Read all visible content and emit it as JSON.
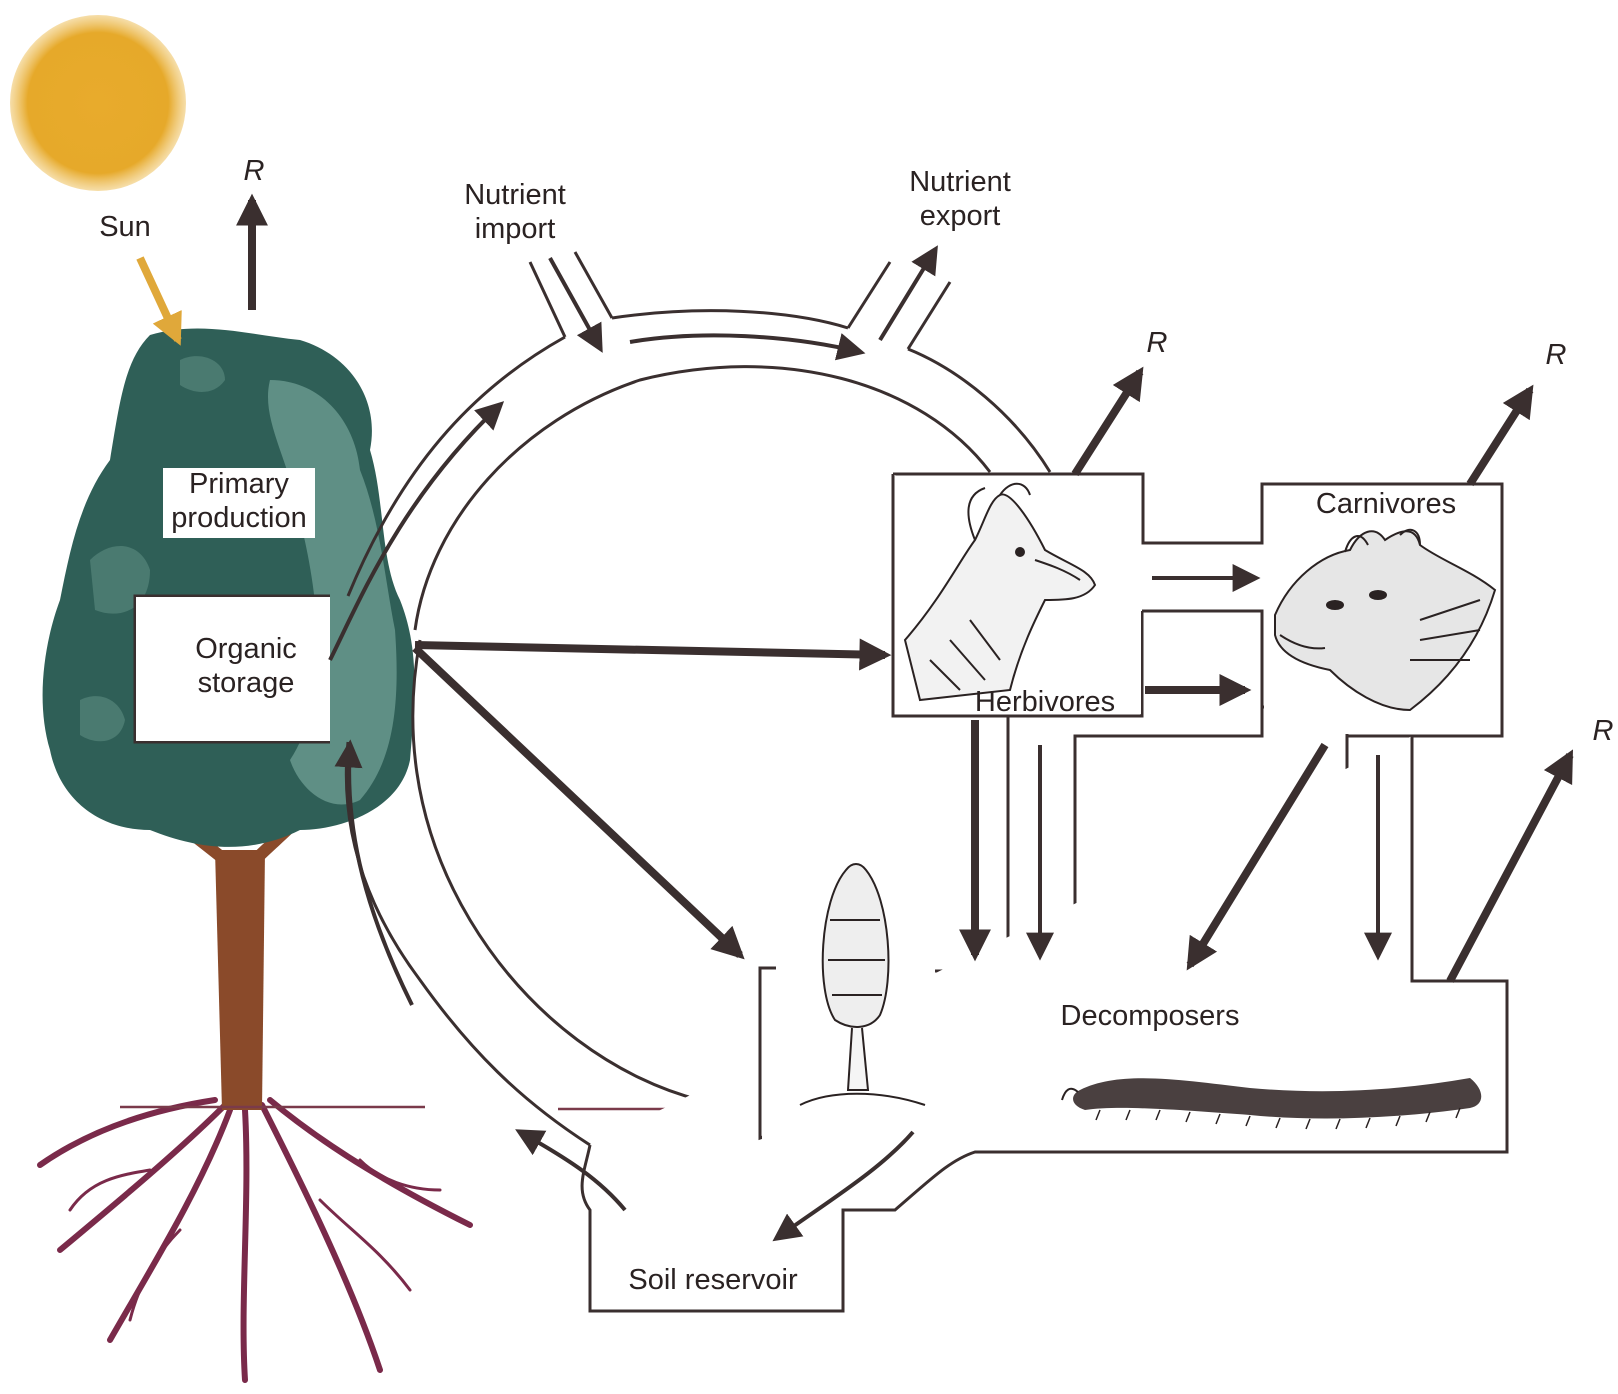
{
  "labels": {
    "sun": "Sun",
    "primary_production_line1": "Primary",
    "primary_production_line2": "production",
    "organic_storage_line1": "Organic",
    "organic_storage_line2": "storage",
    "nutrient_import_line1": "Nutrient",
    "nutrient_import_line2": "import",
    "nutrient_export_line1": "Nutrient",
    "nutrient_export_line2": "export",
    "herbivores": "Herbivores",
    "carnivores": "Carnivores",
    "decomposers": "Decomposers",
    "soil_reservoir": "Soil reservoir",
    "respiration": "R"
  },
  "colors": {
    "line": "#3a2f2f",
    "sun": "#e6a92a",
    "sun_arrow": "#e0a83a",
    "foliage_dark": "#2f5f57",
    "foliage_light": "#5f8f85",
    "trunk": "#8a4a2a",
    "roots": "#7a2a4a",
    "ground": "#7a3a4a"
  },
  "icons": [
    "sun-icon",
    "tree-icon",
    "deer-icon",
    "cat-icon",
    "mushroom-icon",
    "millipede-icon"
  ]
}
